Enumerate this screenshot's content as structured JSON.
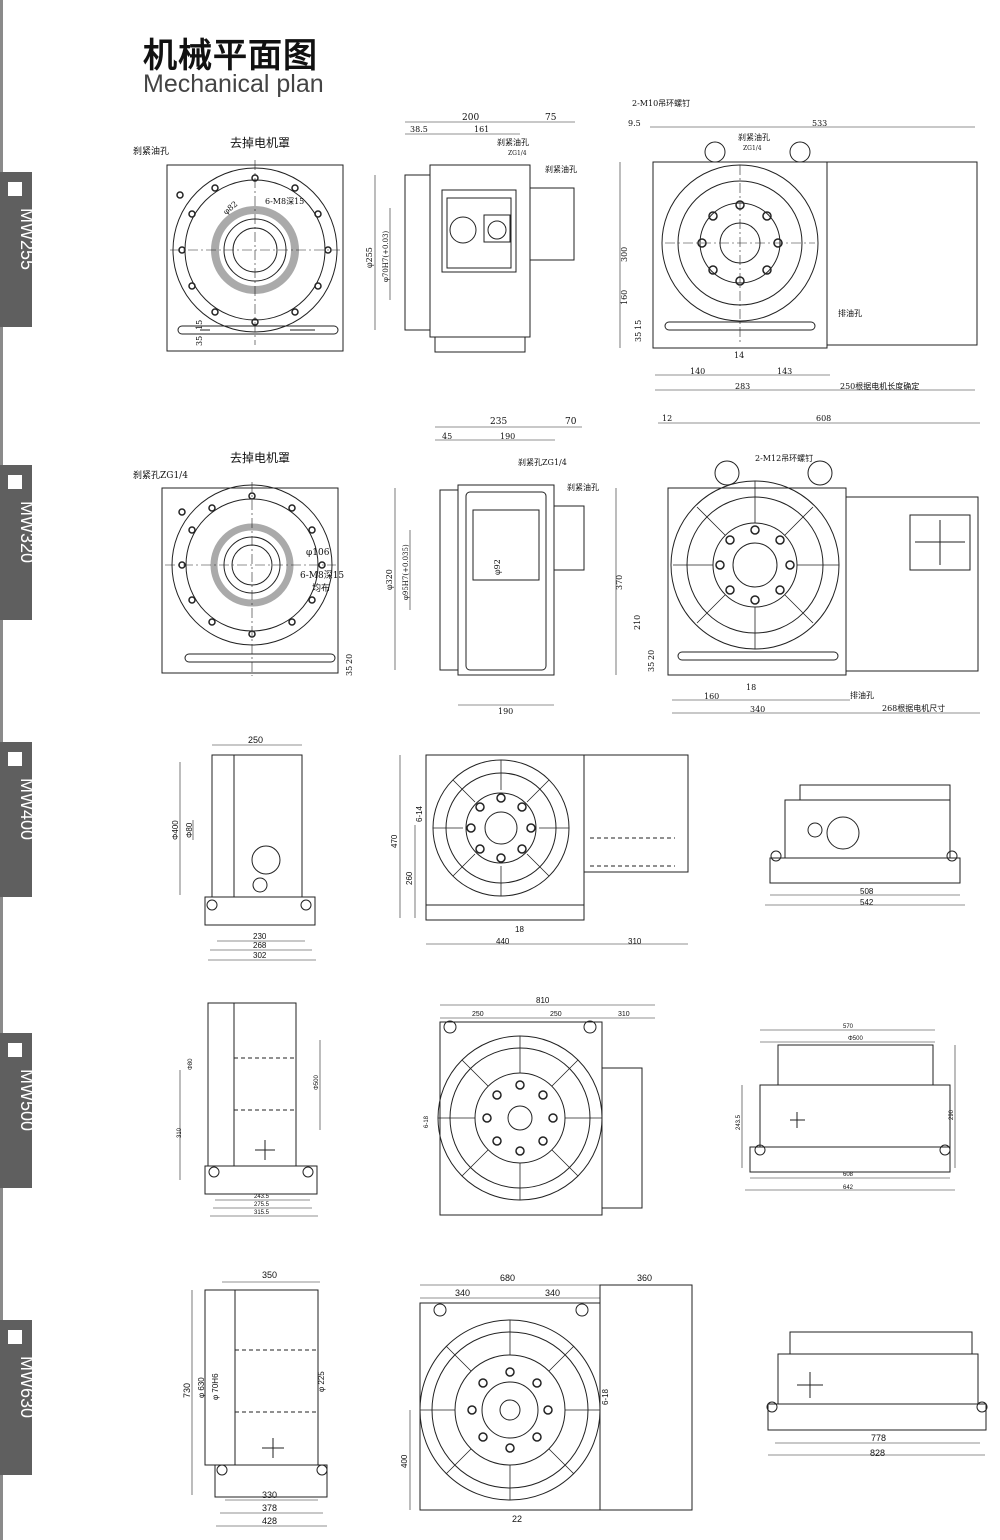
{
  "header": {
    "title_cn": "机械平面图",
    "title_en": "Mechanical plan"
  },
  "sidebar": {
    "models": [
      "MW255",
      "MW320",
      "MW400",
      "MW500",
      "MW630"
    ]
  },
  "colors": {
    "tab_background": "#5f5f5f",
    "line": "#222222",
    "background": "#ffffff"
  },
  "mw255": {
    "front": {
      "note1": "去掉电机罩",
      "note2": "刹紧油孔",
      "d1": "φ82",
      "d2": "6-M8深15",
      "h1": "35",
      "h2": "15"
    },
    "side": {
      "w1": "200",
      "w2": "75",
      "w3": "38.5",
      "w4": "161",
      "n1": "刹紧油孔",
      "n1b": "ZG1/4",
      "n2": "刹紧油孔",
      "d1": "φ255",
      "d2": "φ70H7(+0.03)"
    },
    "top": {
      "n1": "2-M10吊环螺钉",
      "n2": "刹紧油孔",
      "n2b": "ZG1/4",
      "w1": "9.5",
      "w2": "533",
      "h1": "300",
      "h2": "160",
      "h3": "35",
      "h4": "15",
      "n3": "排油孔",
      "b1": "14",
      "w3": "140",
      "w4": "143",
      "w5": "283",
      "n4": "250根据电机长度确定"
    }
  },
  "mw320": {
    "front": {
      "note1": "去掉电机罩",
      "note2": "刹紧孔ZG1/4",
      "d1": "φ106",
      "d2": "6-M8深15",
      "d3": "均布",
      "h1": "35",
      "h2": "20"
    },
    "side": {
      "w1": "235",
      "w2": "70",
      "w3": "45",
      "w4": "190",
      "n1": "刹紧孔ZG1/4",
      "n2": "刹紧油孔",
      "d1": "φ320",
      "d2": "φ95H7(+0.035)",
      "d3": "φ92",
      "w5": "190"
    },
    "top": {
      "w1": "12",
      "w2": "608",
      "n1": "2-M12吊环螺钉",
      "h1": "370",
      "h2": "210",
      "h3": "35",
      "h4": "20",
      "b1": "18",
      "w3": "160",
      "w4": "340",
      "n2": "排油孔",
      "n3": "268根据电机尺寸"
    }
  },
  "mw400": {
    "side": {
      "w1": "250",
      "d1": "Φ400",
      "d2": "Φ80",
      "b1": "230",
      "b2": "268",
      "b3": "302"
    },
    "top": {
      "h1": "470",
      "h2": "260",
      "s1": "6-14",
      "b1": "18",
      "w1": "440",
      "w2": "310"
    },
    "end": {
      "w1": "508",
      "w2": "542"
    }
  },
  "mw500": {
    "side": {
      "d1": "Φ80",
      "d2": "Φ500",
      "h1": "310",
      "b1": "243.5",
      "b2": "275.5",
      "b3": "315.5"
    },
    "top": {
      "w1": "810",
      "w2": "250",
      "w3": "250",
      "w4": "310",
      "s1": "6-18"
    },
    "end": {
      "w1": "570",
      "d1": "Φ500",
      "h1": "243.5",
      "h2": "290",
      "w2": "608",
      "w3": "642"
    }
  },
  "mw630": {
    "side": {
      "w1": "350",
      "h1": "730",
      "d1": "φ 630",
      "d2": "φ 70H6",
      "d3": "φ 225",
      "b1": "330",
      "b2": "378",
      "b3": "428"
    },
    "top": {
      "w1": "680",
      "w2": "360",
      "w3": "340",
      "w4": "340",
      "s1": "6-18",
      "h1": "400",
      "b1": "22"
    },
    "end": {
      "w1": "778",
      "w2": "828"
    }
  }
}
